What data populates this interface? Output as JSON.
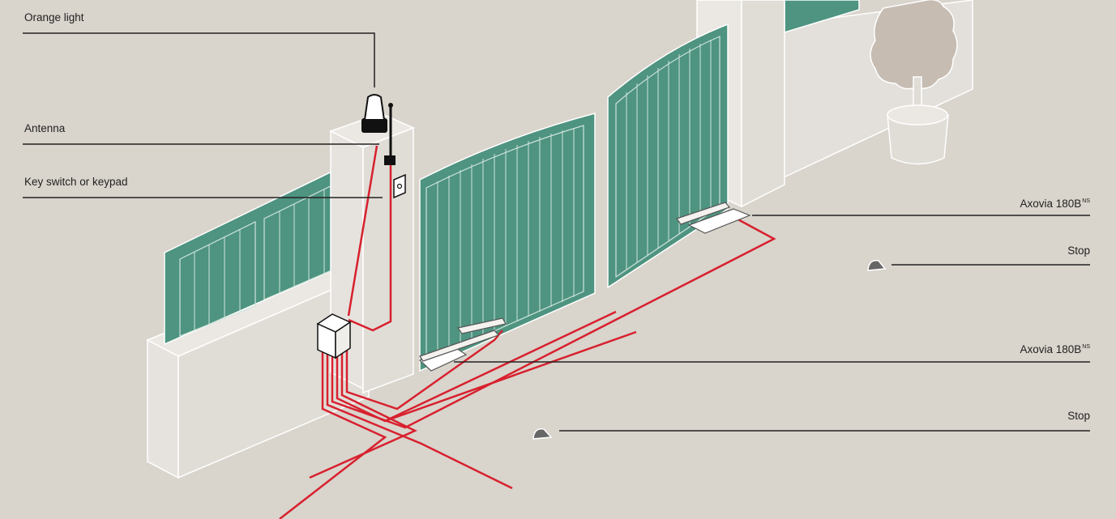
{
  "callouts": {
    "orange_light": "Orange light",
    "antenna": "Antenna",
    "key_switch": "Key switch or keypad",
    "motor_upper": {
      "name": "Axovia 180B",
      "sup": "NS"
    },
    "stop_upper": "Stop",
    "motor_lower": {
      "name": "Axovia 180B",
      "sup": "NS"
    },
    "stop_lower": "Stop"
  },
  "colors": {
    "background": "#d9d4cc",
    "gate": "#4e9480",
    "wall": "#e6e3de",
    "cable": "#d8202e",
    "leader_line": "#222222"
  }
}
